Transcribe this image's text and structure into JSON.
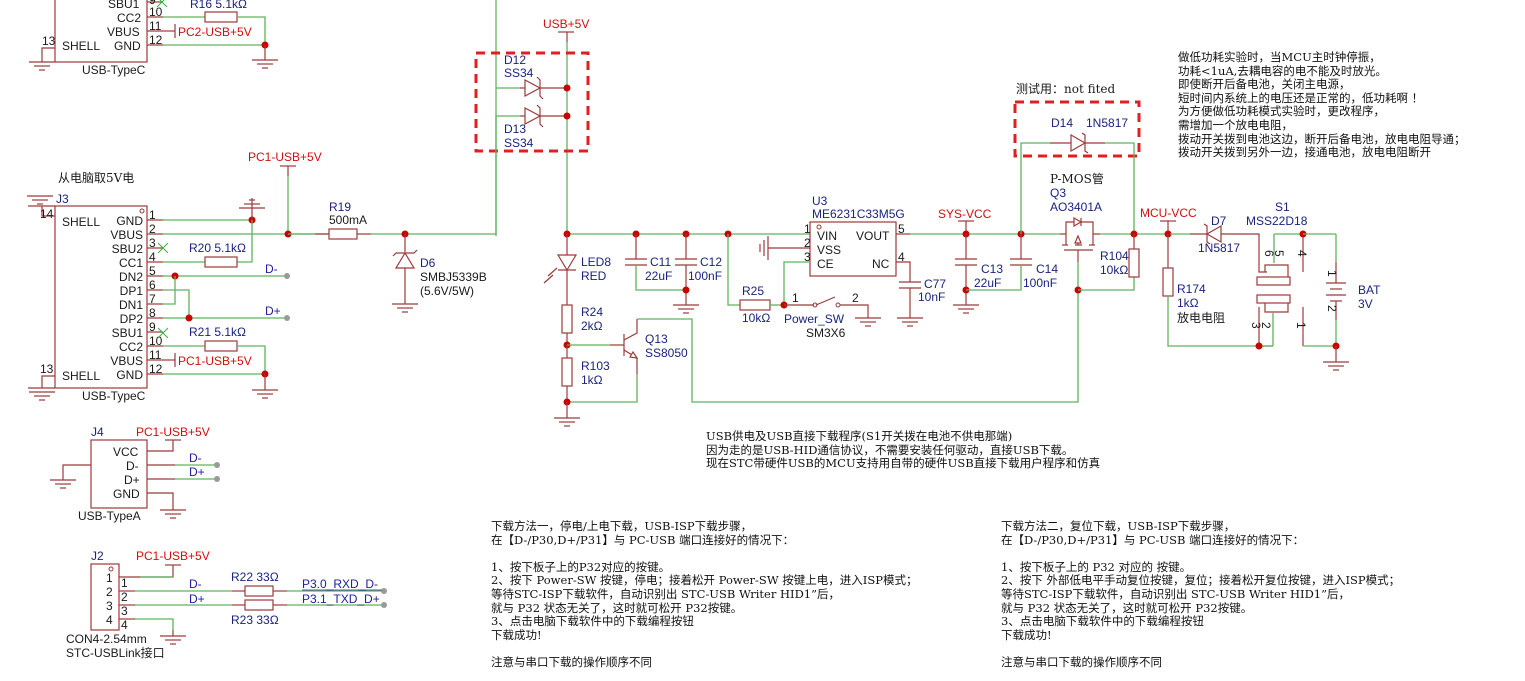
{
  "colors": {
    "wire": "#5fb35f",
    "part": "#9c3a3a",
    "junction": "#cc0000",
    "net_label": "#d01010",
    "ref_label": "#1a237e",
    "highlight_box": "#e02020"
  },
  "top_connector": {
    "pins": [
      {
        "num": "9",
        "name": "SBU1"
      },
      {
        "num": "10",
        "name": "CC2"
      },
      {
        "num": "11",
        "name": "VBUS"
      },
      {
        "num": "12",
        "name": "GND"
      },
      {
        "num": "13",
        "name": "SHELL"
      }
    ],
    "resistor": "R16 5.1kΩ",
    "net": "PC2-USB+5V",
    "type": "USB-TypeC"
  },
  "j3": {
    "caption": "从电脑取5V电",
    "ref": "J3",
    "type": "USB-TypeC",
    "shell_top": {
      "num": "14",
      "name": "SHELL"
    },
    "shell_bottom": {
      "num": "13",
      "name": "SHELL"
    },
    "pins": [
      {
        "num": "1",
        "name": "GND"
      },
      {
        "num": "2",
        "name": "VBUS"
      },
      {
        "num": "3",
        "name": "SBU2"
      },
      {
        "num": "4",
        "name": "CC1"
      },
      {
        "num": "5",
        "name": "DN2"
      },
      {
        "num": "6",
        "name": "DP1"
      },
      {
        "num": "7",
        "name": "DN1"
      },
      {
        "num": "8",
        "name": "DP2"
      },
      {
        "num": "9",
        "name": "SBU1"
      },
      {
        "num": "10",
        "name": "CC2"
      },
      {
        "num": "11",
        "name": "VBUS"
      },
      {
        "num": "12",
        "name": "GND"
      }
    ],
    "r20": "R20 5.1kΩ",
    "r21": "R21 5.1kΩ",
    "net_vbus": "PC1-USB+5V",
    "dminus": "D-",
    "dplus": "D+"
  },
  "power_in": {
    "net": "PC1-USB+5V",
    "r19_ref": "R19",
    "r19_val": "500mA",
    "d6_ref": "D6",
    "d6_val": "SMBJ5339B",
    "d6_note": "(5.6V/5W)"
  },
  "or_diodes": {
    "net": "USB+5V",
    "d12_ref": "D12",
    "d12_val": "SS34",
    "d13_ref": "D13",
    "d13_val": "SS34"
  },
  "led_section": {
    "led_ref": "LED8",
    "led_val": "RED",
    "r24_ref": "R24",
    "r24_val": "2kΩ",
    "r103_ref": "R103",
    "r103_val": "1kΩ",
    "q13_ref": "Q13",
    "q13_val": "SS8050",
    "c11_ref": "C11",
    "c11_val": "22uF",
    "c12_ref": "C12",
    "c12_val": "100nF"
  },
  "regulator": {
    "ref": "U3",
    "part": "ME6231C33M5G",
    "pins": [
      {
        "num": "1",
        "name": "VIN"
      },
      {
        "num": "2",
        "name": "VSS"
      },
      {
        "num": "3",
        "name": "CE"
      },
      {
        "num": "5",
        "name": "VOUT"
      },
      {
        "num": "4",
        "name": "NC"
      }
    ],
    "r25_ref": "R25",
    "r25_val": "10kΩ",
    "sw_name": "Power_SW",
    "sw_part": "SM3X6",
    "sw_pin1": "1",
    "sw_pin2": "2",
    "c77_ref": "C77",
    "c77_val": "10nF"
  },
  "sys_vcc": {
    "net": "SYS-VCC",
    "c13_ref": "C13",
    "c13_val": "22uF",
    "c14_ref": "C14",
    "c14_val": "100nF"
  },
  "test_diode": {
    "caption": "测试用：not fited",
    "d14_ref": "D14",
    "d14_val": "1N5817"
  },
  "pmos": {
    "caption": "P-MOS管",
    "ref": "Q3",
    "part": "AO3401A",
    "r104_ref": "R104",
    "r104_val": "10kΩ"
  },
  "battery": {
    "net": "MCU-VCC",
    "d7_ref": "D7",
    "d7_val": "1N5817",
    "r174_ref": "R174",
    "r174_val": "1kΩ",
    "r174_note": "放电电阻",
    "s1_ref": "S1",
    "s1_part": "MSS22D18",
    "s1_pins": [
      "6",
      "5",
      "4",
      "3",
      "2",
      "1"
    ],
    "bat_ref": "BAT",
    "bat_val": "3V",
    "bat_pins": [
      "1",
      "2"
    ]
  },
  "j4": {
    "ref": "J4",
    "type": "USB-TypeA",
    "net": "PC1-USB+5V",
    "pins": [
      "VCC",
      "D-",
      "D+",
      "GND"
    ],
    "dminus": "D-",
    "dplus": "D+"
  },
  "j2": {
    "ref": "J2",
    "type": "CON4-2.54mm",
    "caption": "STC-USBLink接口",
    "net": "PC1-USB+5V",
    "pins": [
      "1",
      "2",
      "3",
      "4"
    ],
    "dminus": "D-",
    "dplus": "D+",
    "r22": "R22 33Ω",
    "r23": "R23 33Ω",
    "rxd": "P3.0_RXD_D-",
    "txd": "P3.1_TXD_D+"
  },
  "notes": {
    "low_power": "做低功耗实验时，当MCU主时钟停振，\n功耗<1uA,去耦电容的电不能及时放光。\n即使断开后备电池，关闭主电源，\n短时间内系统上的电压还是正常的，低功耗啊 ！\n为方便做低功耗模式实验时，更改程序，\n需增加一个放电电阻，\n拨动开关拨到电池这边，断开后备电池，放电电阻导通；\n拨动开关拨到另外一边，接通电池，放电电阻断开",
    "usb_power": "USB供电及USB直接下载程序(S1开关拨在电池不供电那端)\n因为走的是USB-HID通信协议，不需要安装任何驱动，直接USB下载。\n现在STC带硬件USB的MCU支持用自带的硬件USB直接下载用户程序和仿真",
    "method1": "下载方法一，停电/上电下载，USB-ISP下载步骤，\n在【D-/P30,D+/P31】与 PC-USB 端口连接好的情况下：\n\n1、按下板子上的P32对应的按键。\n2、按下 Power-SW 按键，停电；接着松开 Power-SW 按键上电，进入ISP模式；\n等待STC-ISP下载软件，自动识别出 STC-USB Writer HID1”后，\n就与 P32 状态无关了，这时就可松开 P32按键。\n3、点击电脑下载软件中的下载编程按钮\n下载成功!\n\n注意与串口下载的操作顺序不同",
    "method2": "下载方法二，复位下载，USB-ISP下载步骤，\n在【D-/P30,D+/P31】与 PC-USB 端口连接好的情况下：\n\n1、按下板子上的 P32 对应的 按键。\n2、按下 外部低电平手动复位按键，复位；接着松开复位按键，进入ISP模式；\n等待STC-ISP下载软件，自动识别出 STC-USB Writer HID1”后，\n就与 P32 状态无关了，这时就可松开 P32按键。\n3、点击电脑下载软件中的下载编程按钮\n下载成功!\n\n注意与串口下载的操作顺序不同"
  }
}
